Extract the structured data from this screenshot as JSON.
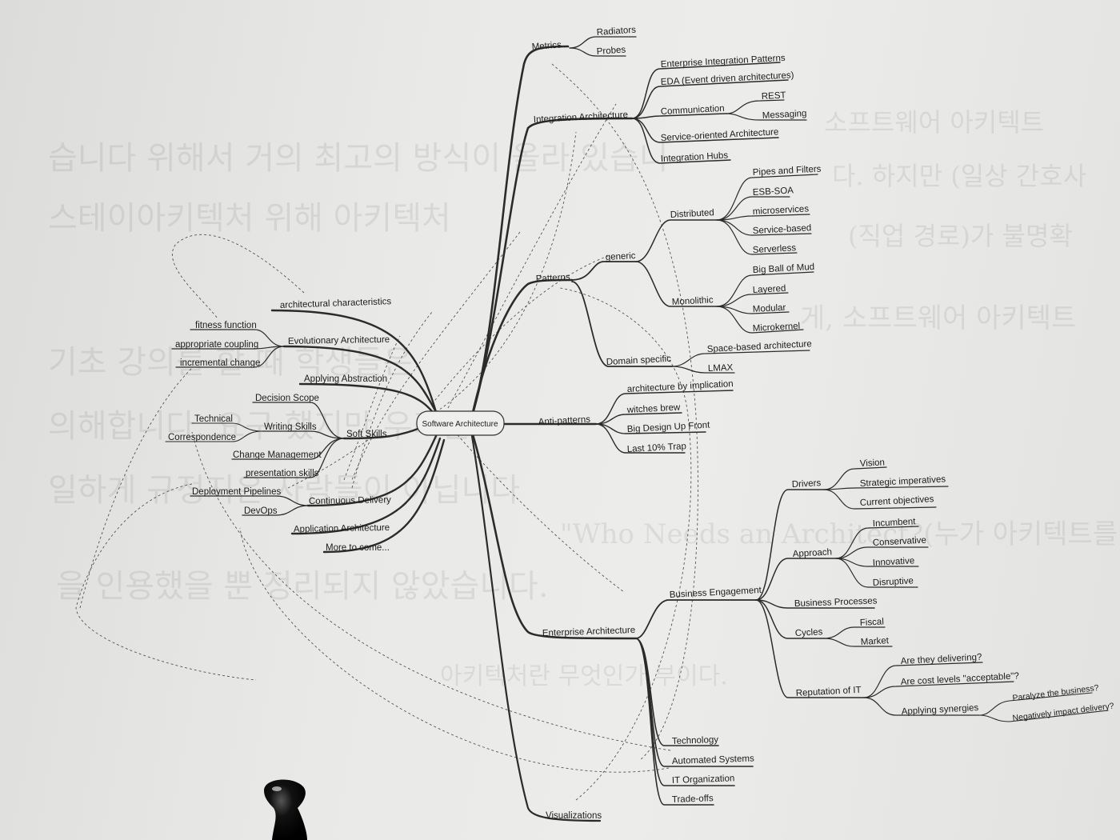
{
  "diagram": {
    "root": "Software Architecture",
    "branches": {
      "metrics": {
        "label": "Metrics",
        "children": [
          "Radiators",
          "Probes"
        ]
      },
      "integration": {
        "label": "Integration Architecture",
        "children": [
          "Enterprise Integration Patterns",
          "EDA (Event driven architectures)",
          "Communication",
          "Service-oriented Architecture",
          "Integration Hubs"
        ],
        "communication_children": [
          "REST",
          "Messaging"
        ]
      },
      "patterns": {
        "label": "Patterns",
        "generic": "generic",
        "distributed": {
          "label": "Distributed",
          "children": [
            "Pipes and Filters",
            "ESB-SOA",
            "microservices",
            "Service-based",
            "Serverless"
          ]
        },
        "monolithic": {
          "label": "Monolithic",
          "children": [
            "Big Ball of Mud",
            "Layered",
            "Modular",
            "Microkernel"
          ]
        },
        "domain_specific": {
          "label": "Domain specific",
          "children": [
            "Space-based architecture",
            "LMAX"
          ]
        }
      },
      "anti_patterns": {
        "label": "Anti-patterns",
        "children": [
          "architecture by implication",
          "witches brew",
          "Big Design Up Front",
          "Last 10% Trap"
        ]
      },
      "enterprise": {
        "label": "Enterprise Architecture",
        "business_engagement": {
          "label": "Business Engagement",
          "drivers": {
            "label": "Drivers",
            "children": [
              "Vision",
              "Strategic imperatives",
              "Current objectives"
            ]
          },
          "approach": {
            "label": "Approach",
            "children": [
              "Incumbent",
              "Conservative",
              "Innovative",
              "Disruptive"
            ]
          },
          "business_processes": "Business Processes",
          "cycles": {
            "label": "Cycles",
            "children": [
              "Fiscal",
              "Market"
            ]
          },
          "reputation": {
            "label": "Reputation of IT",
            "children": [
              "Are they delivering?",
              "Are cost levels \"acceptable\"?",
              "Applying synergies"
            ],
            "synergies_children": [
              "Paralyze the business?",
              "Negatively impact delivery?"
            ]
          }
        },
        "children": [
          "Technology",
          "Automated Systems",
          "IT Organization",
          "Trade-offs"
        ]
      },
      "visualizations": "Visualizations",
      "evolutionary": {
        "label": "Evolutionary Architecture",
        "children": [
          "fitness function",
          "appropriate coupling",
          "incremental change"
        ]
      },
      "arch_characteristics": "architectural characteristics",
      "applying_abstraction": "Applying Abstraction",
      "soft_skills": {
        "label": "Soft Skills",
        "children": [
          "Decision Scope",
          "Writing Skills",
          "Change Management",
          "presentation skills"
        ],
        "writing_children": [
          "Technical",
          "Correspondence"
        ]
      },
      "continuous_delivery": {
        "label": "Continuous Delivery",
        "children": [
          "Deployment Pipelines",
          "DevOps"
        ]
      },
      "application_architecture": "Application Architecture",
      "more": "More to come..."
    }
  },
  "ghost_text": [
    "소프트웨어 아키텍트",
    "습니다 위해서 거의 최고의 방식이 올라 있습니",
    "다. 하지만 (일상 간호사",
    "스테이아키텍처 위해 아키텍처",
    "(직업 경로)가 불명확",
    "게, 소프트웨어 아키텍트",
    "기초 강의를 할 때 학생들은",
    "의해합니다. 요구 했지만 우리는",
    "일하게 규정지은 사람들이 아닙니다",
    "\"Who Needs an Architect?(누가 아키텍트를 필요로",
    "을 인용했을 뿐 정리되지 않았습니다.",
    "아키텍처란 무엇인가 부이다."
  ]
}
